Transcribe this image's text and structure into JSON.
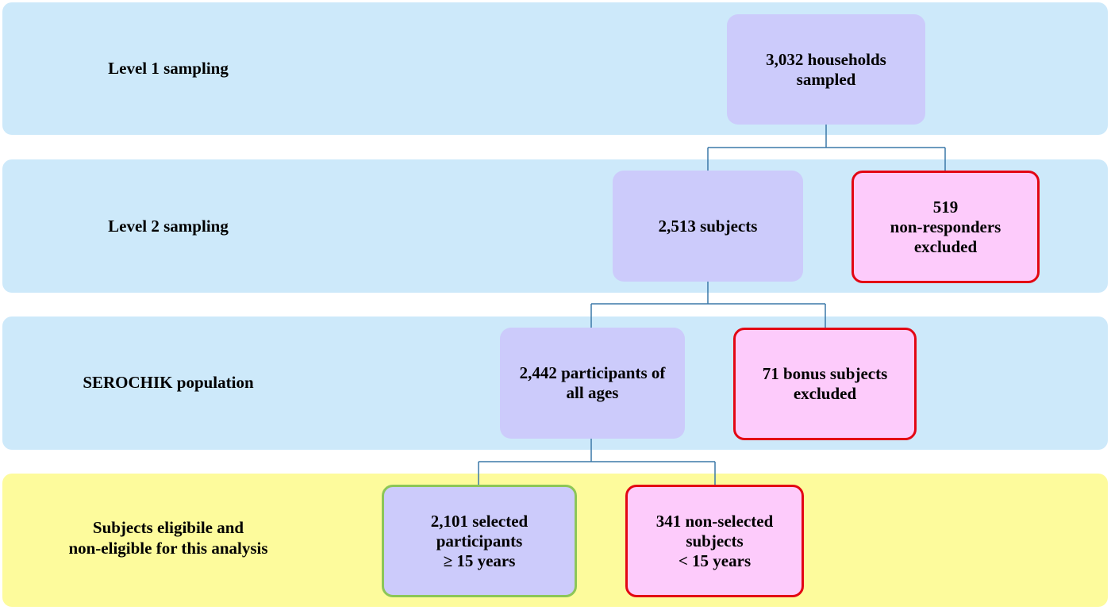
{
  "levels": [
    {
      "label": "Level 1 sampling"
    },
    {
      "label": "Level 2 sampling"
    },
    {
      "label": "SEROCHIK population"
    },
    {
      "label": "Subjects eligibile and\nnon-eligible for this analysis"
    }
  ],
  "boxes": {
    "households": "3,032 households\nsampled",
    "subjects": "2,513 subjects",
    "non_responders": "519\nnon-responders\nexcluded",
    "participants": "2,442 participants  of\nall ages",
    "bonus": "71 bonus subjects\nexcluded",
    "selected": "2,101 selected\nparticipants\n≥ 15 years",
    "non_selected": "341 non-selected\nsubjects\n< 15 years"
  },
  "colors": {
    "band_blue": "#cde9fa",
    "band_yellow": "#fdfb9c",
    "box_main": "#cccbfb",
    "box_excluded": "#fdcbfb",
    "border_excluded": "#e30613",
    "border_selected": "#8cc657",
    "connector": "#3b78a8"
  }
}
